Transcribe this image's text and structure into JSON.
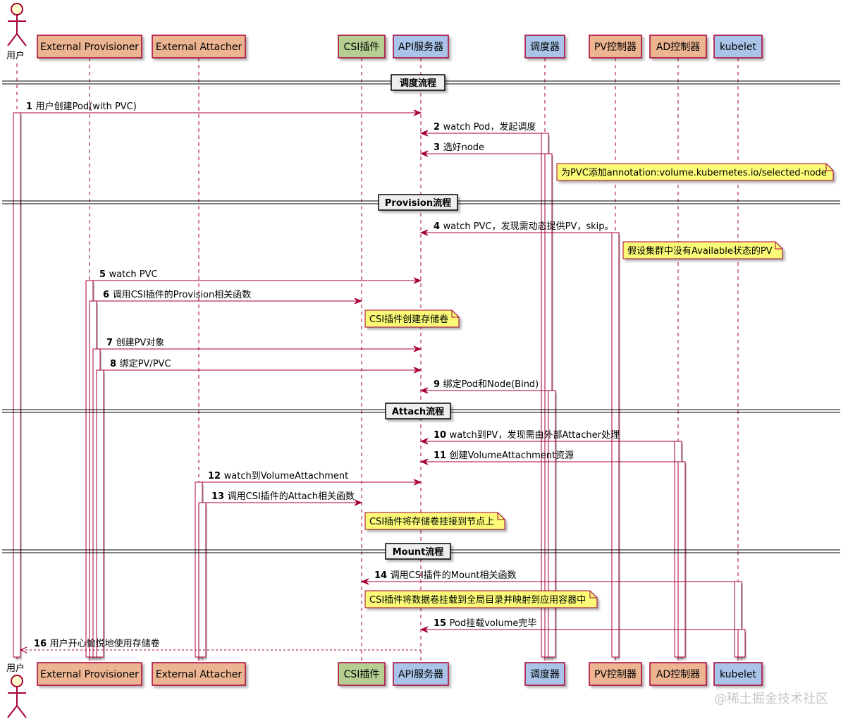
{
  "diagram": {
    "actor": {
      "label": "用户"
    },
    "participants": [
      {
        "id": "prov",
        "label": "External Provisioner",
        "fill": "#ECB491"
      },
      {
        "id": "att",
        "label": "External Attacher",
        "fill": "#ECB491"
      },
      {
        "id": "csi",
        "label": "CSI插件",
        "fill": "#B5CF93"
      },
      {
        "id": "api",
        "label": "API服务器",
        "fill": "#A9C4E8"
      },
      {
        "id": "sched",
        "label": "调度器",
        "fill": "#A9C4E8"
      },
      {
        "id": "pv",
        "label": "PV控制器",
        "fill": "#ECB491"
      },
      {
        "id": "ad",
        "label": "AD控制器",
        "fill": "#ECB491"
      },
      {
        "id": "kub",
        "label": "kubelet",
        "fill": "#A9C4E8"
      }
    ],
    "dividers": [
      {
        "label": "调度流程"
      },
      {
        "label": "Provision流程"
      },
      {
        "label": "Attach流程"
      },
      {
        "label": "Mount流程"
      }
    ],
    "messages": [
      {
        "num": "1",
        "label": "用户创建Pod(with PVC)",
        "from": "user",
        "to": "api"
      },
      {
        "num": "2",
        "label": "watch Pod，发起调度",
        "from": "sched",
        "to": "api"
      },
      {
        "num": "3",
        "label": "选好node",
        "from": "sched",
        "to": "api"
      },
      {
        "num": "4",
        "label": "watch PVC，发现需动态提供PV，skip。",
        "from": "pv",
        "to": "api"
      },
      {
        "num": "5",
        "label": "watch PVC",
        "from": "prov",
        "to": "api"
      },
      {
        "num": "6",
        "label": "调用CSI插件的Provision相关函数",
        "from": "prov",
        "to": "csi"
      },
      {
        "num": "7",
        "label": "创建PV对象",
        "from": "prov",
        "to": "api"
      },
      {
        "num": "8",
        "label": "绑定PV/PVC",
        "from": "prov",
        "to": "api"
      },
      {
        "num": "9",
        "label": "绑定Pod和Node(Bind)",
        "from": "sched",
        "to": "api"
      },
      {
        "num": "10",
        "label": "watch到PV，发现需由外部Attacher处理",
        "from": "ad",
        "to": "api"
      },
      {
        "num": "11",
        "label": "创建VolumeAttachment资源",
        "from": "ad",
        "to": "api"
      },
      {
        "num": "12",
        "label": "watch到VolumeAttachment",
        "from": "att",
        "to": "api"
      },
      {
        "num": "13",
        "label": "调用CSI插件的Attach相关函数",
        "from": "att",
        "to": "csi"
      },
      {
        "num": "14",
        "label": "调用CSI插件的Mount相关函数",
        "from": "kub",
        "to": "csi"
      },
      {
        "num": "15",
        "label": "Pod挂载volume完毕",
        "from": "kub",
        "to": "api"
      },
      {
        "num": "16",
        "label": "用户开心愉悦地使用存储卷",
        "from": "api",
        "to": "user",
        "dashed": true
      }
    ],
    "notes": [
      {
        "text": "为PVC添加annotation:volume.kubernetes.io/selected-node"
      },
      {
        "text": "假设集群中没有Available状态的PV"
      },
      {
        "text": "CSI插件创建存储卷"
      },
      {
        "text": "CSI插件将存储卷挂接到节点上"
      },
      {
        "text": "CSI插件将数据卷挂载到全局目录并映射到应用容器中"
      }
    ],
    "colors": {
      "line": "#A80036",
      "note_fill": "#FBFB77",
      "note_border": "#A80036",
      "box_border": "#A80036"
    }
  },
  "watermark": "@稀土掘金技术社区"
}
